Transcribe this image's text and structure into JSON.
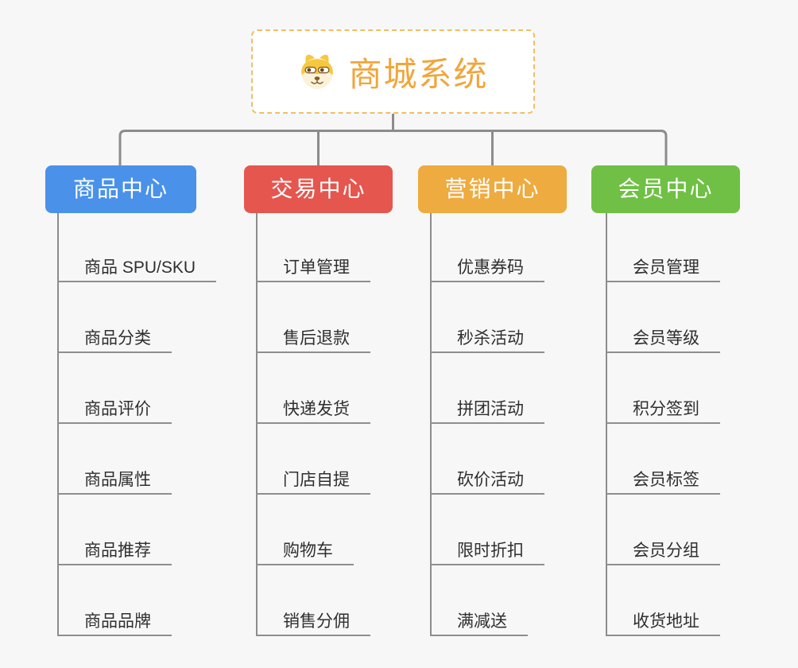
{
  "root": {
    "title": "商城系统",
    "icon": "shiba-dog-icon",
    "title_color": "#f0a63c",
    "border_color": "#f3bd62"
  },
  "branches": [
    {
      "label": "商品中心",
      "color": "#4a91ea",
      "items": [
        "商品 SPU/SKU",
        "商品分类",
        "商品评价",
        "商品属性",
        "商品推荐",
        "商品品牌"
      ]
    },
    {
      "label": "交易中心",
      "color": "#e5564f",
      "items": [
        "订单管理",
        "售后退款",
        "快递发货",
        "门店自提",
        "购物车",
        "销售分佣"
      ]
    },
    {
      "label": "营销中心",
      "color": "#eeab40",
      "items": [
        "优惠券码",
        "秒杀活动",
        "拼团活动",
        "砍价活动",
        "限时折扣",
        "满减送"
      ]
    },
    {
      "label": "会员中心",
      "color": "#6fc044",
      "items": [
        "会员管理",
        "会员等级",
        "积分签到",
        "会员标签",
        "会员分组",
        "收货地址"
      ]
    }
  ],
  "connector_color": "#8c8c8c",
  "background_color": "#f7f7f7"
}
